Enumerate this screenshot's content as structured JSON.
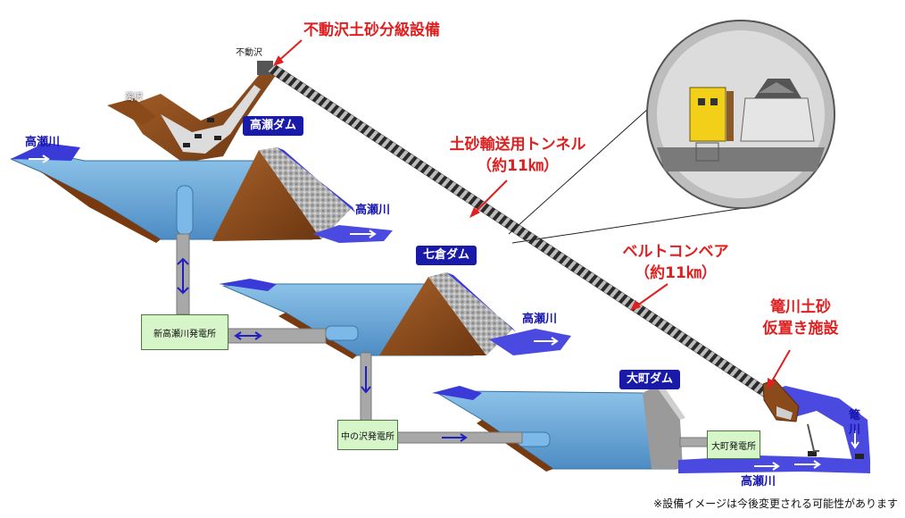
{
  "labels": {
    "sorting_facility": "不動沢土砂分級設備",
    "fudozawa": "不動沢",
    "nigorisawa": "濁沢",
    "tunnel_line1": "土砂輸送用トンネル",
    "tunnel_line2": "（約11㎞）",
    "conveyor_line1": "ベルトコンベア",
    "conveyor_line2": "（約11㎞）",
    "storage_line1": "篭川土砂",
    "storage_line2": "仮置き施設",
    "kagogawa_1": "篭",
    "kagogawa_2": "川",
    "note": "※設備イメージは今後変更される可能性があります"
  },
  "dams": {
    "takase": "高瀬ダム",
    "nanakura": "七倉ダム",
    "omachi": "大町ダム"
  },
  "rivers": {
    "takase_upper": "高瀬川",
    "takase_mid": "高瀬川",
    "takase_nanakura": "高瀬川",
    "takase_lower": "高瀬川"
  },
  "plants": {
    "shin_takasegawa": "新高瀬川発電所",
    "nakanosawa": "中の沢発電所",
    "omachi": "大町発電所"
  },
  "colors": {
    "accent_red": "#e02020",
    "dam_label_bg": "#1a1aa8",
    "river_blue": "#3a3ae0",
    "reservoir": "#6aa8d8",
    "earth": "#8a4a1a",
    "plant_box": "#d6f5c8"
  }
}
